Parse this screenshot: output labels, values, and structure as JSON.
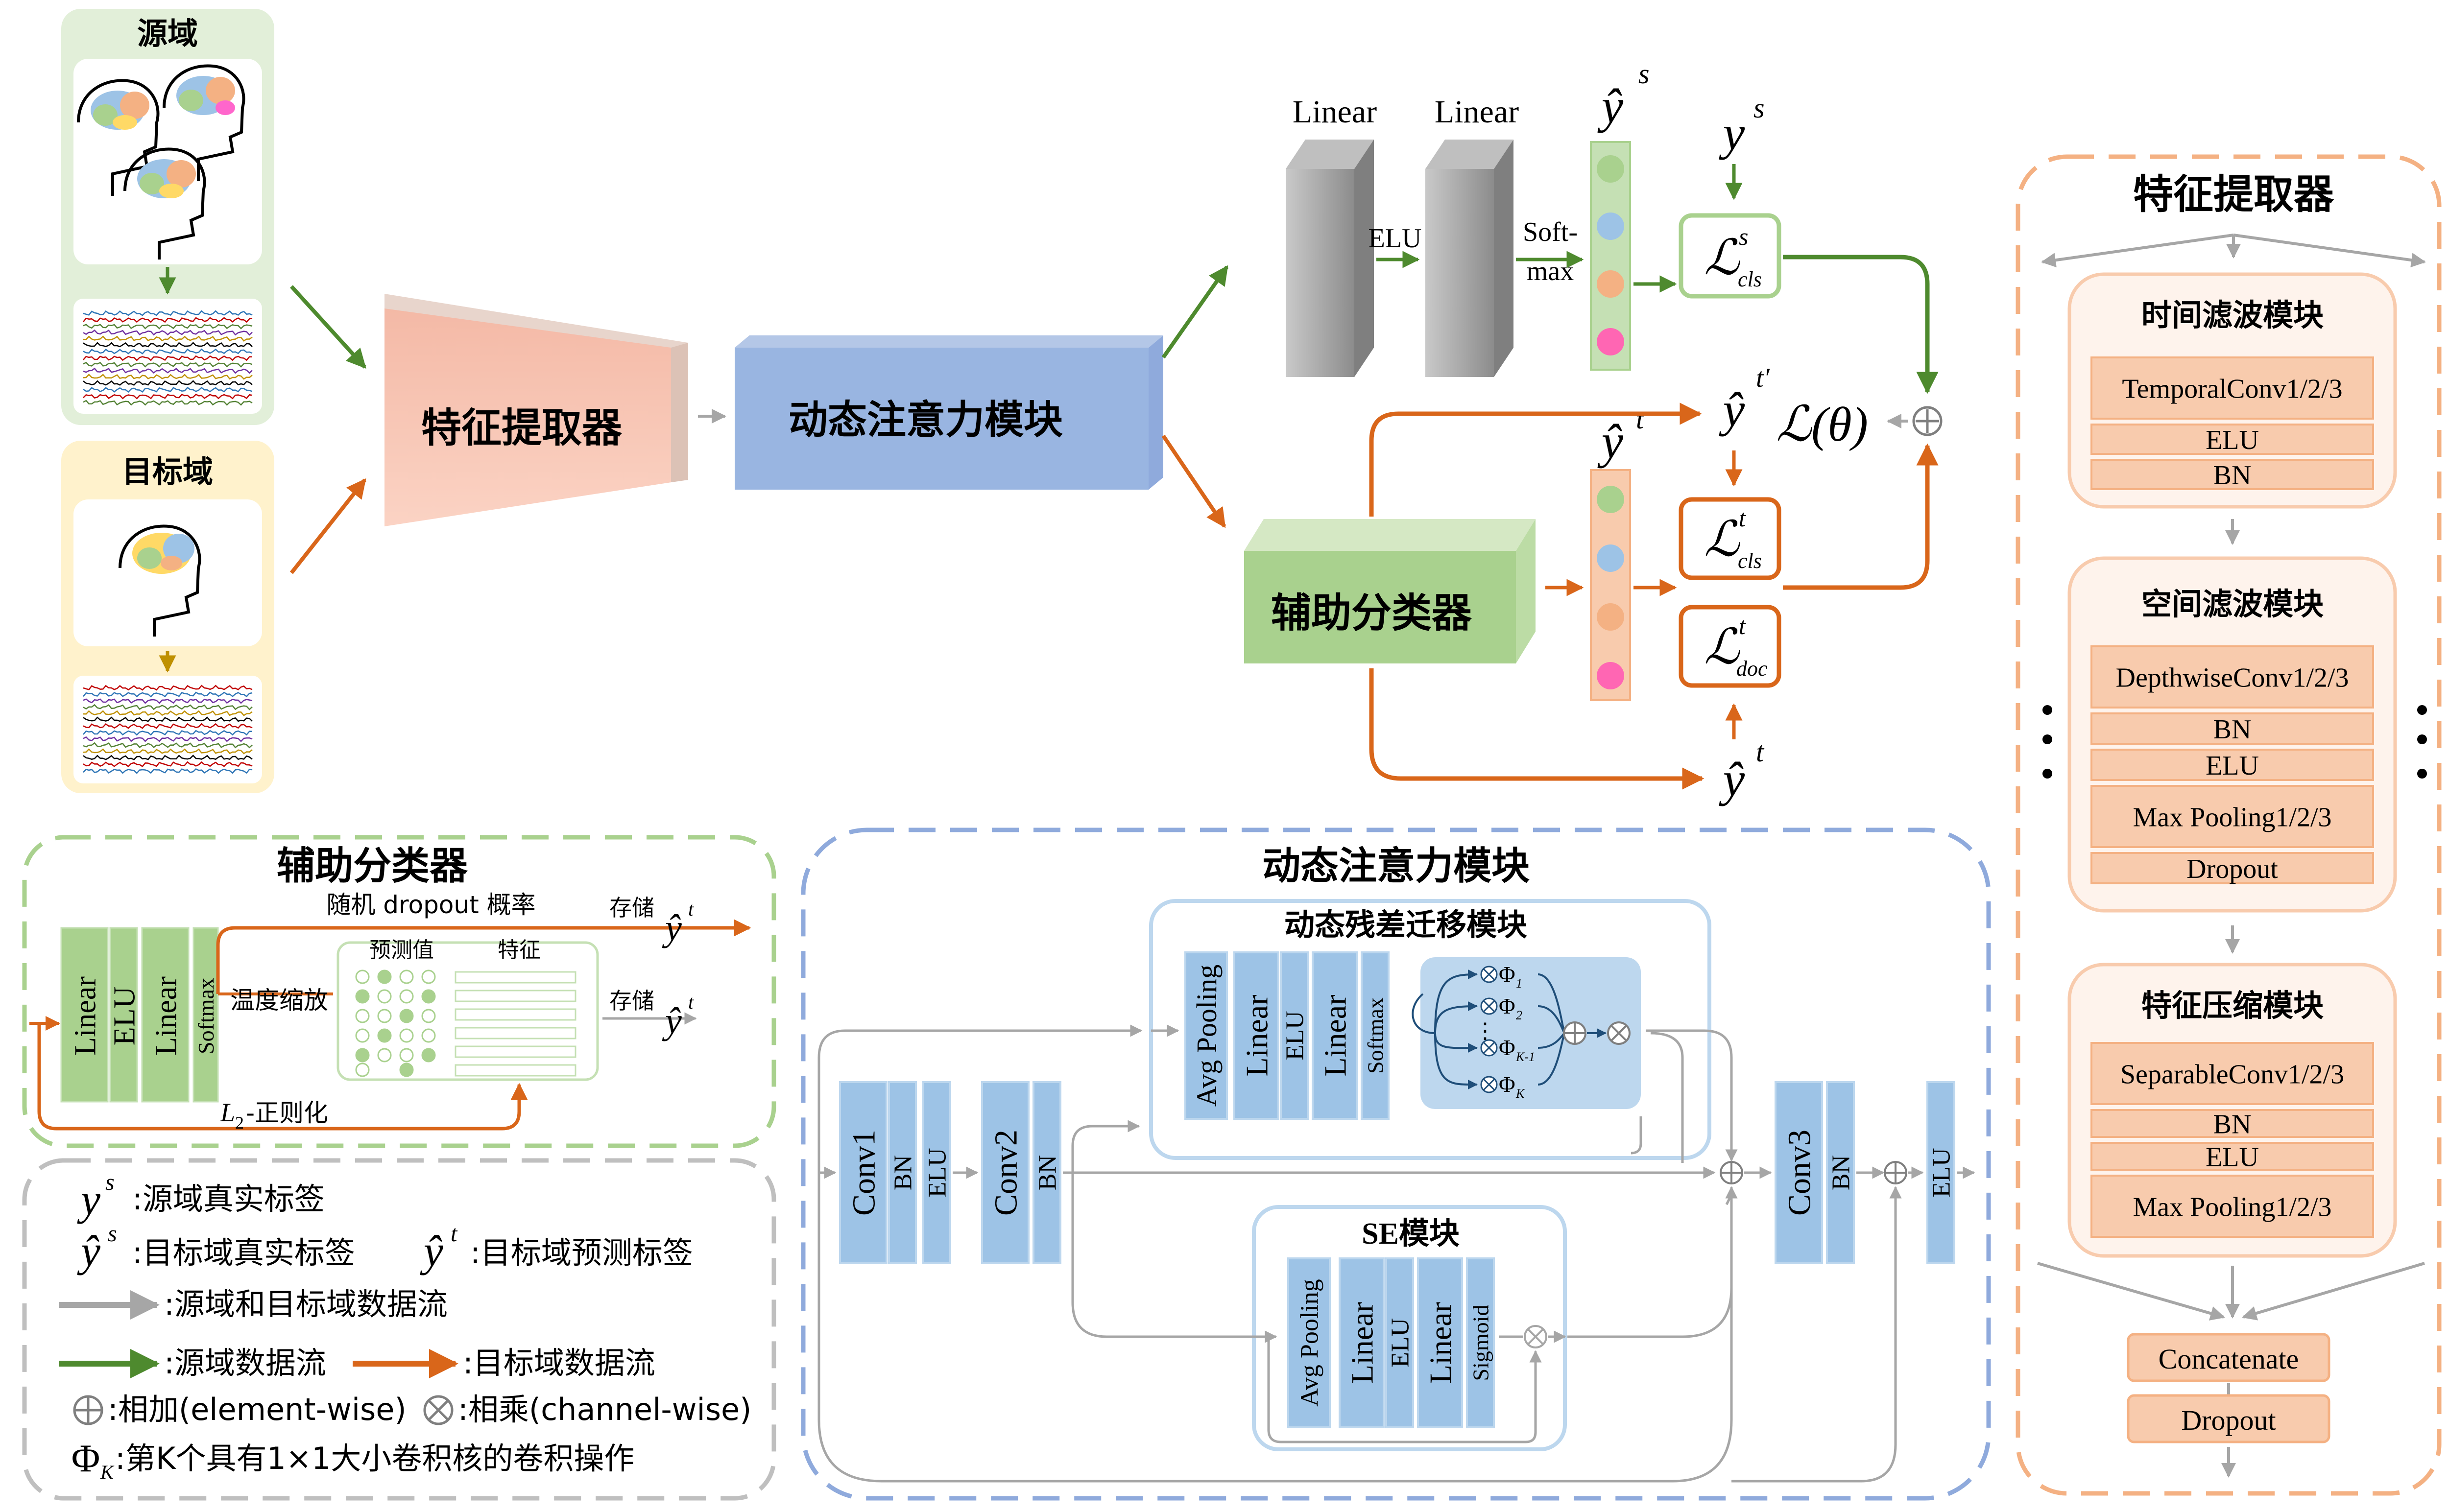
{
  "source_domain": {
    "title": "源域"
  },
  "target_domain": {
    "title": "目标域"
  },
  "main_flow": {
    "feature_extractor": "特征提取器",
    "dynamic_attention": "动态注意力模块",
    "aux_classifier": "辅助分类器",
    "linear1": "Linear",
    "linear2": "Linear",
    "elu": "ELU",
    "softmax_1": "Soft-",
    "softmax_2": "max",
    "y_hat": "ŷ",
    "y": "y",
    "sup_s": "s",
    "sup_t": "t",
    "sup_t_prime": "t′",
    "loss_L": "ℒ",
    "sub_cls": "cls",
    "sub_doc": "doc",
    "loss_theta": "ℒ(θ)",
    "circle_plus": "⊕"
  },
  "feature_panel": {
    "title": "特征提取器",
    "temporal": {
      "title": "时间滤波模块",
      "layers": [
        "TemporalConv1/2/3",
        "ELU",
        "BN"
      ]
    },
    "spatial": {
      "title": "空间滤波模块",
      "layers": [
        "DepthwiseConv1/2/3",
        "BN",
        "ELU",
        "Max Pooling1/2/3",
        "Dropout"
      ]
    },
    "compress": {
      "title": "特征压缩模块",
      "layers": [
        "SeparableConv1/2/3",
        "BN",
        "ELU",
        "Max Pooling1/2/3"
      ]
    },
    "concatenate": "Concatenate",
    "dropout": "Dropout"
  },
  "aux_panel": {
    "title": "辅助分类器",
    "layers": [
      "Linear",
      "ELU",
      "Linear",
      "Softmax"
    ],
    "dropout_label": "随机 dropout 概率",
    "temp_label": "温度缩放",
    "pred_label": "预测值",
    "feat_label": "特征",
    "store1": "存储",
    "store2": "存储",
    "l2_prefix": "L",
    "l2_sub": "2",
    "l2_suffix": "-正则化"
  },
  "attention_panel": {
    "title": "动态注意力模块",
    "residual_title": "动态残差迁移模块",
    "residual_layers": [
      "Avg Pooling",
      "Linear",
      "ELU",
      "Linear",
      "Softmax"
    ],
    "phi": "Φ",
    "phi_subs": [
      "1",
      "2",
      "K-1",
      "K"
    ],
    "ellipsis": "⋮",
    "conv1": [
      "Conv1",
      "BN",
      "ELU"
    ],
    "conv2": [
      "Conv2",
      "BN"
    ],
    "conv3": [
      "Conv3",
      "BN"
    ],
    "elu_final": "ELU",
    "se_title": "SE模块",
    "se_layers": [
      "Avg Pooling",
      "Linear",
      "ELU",
      "Linear",
      "Sigmoid"
    ],
    "circle_times": "⊗"
  },
  "legend": {
    "row1_text": ":源域真实标签",
    "row2a_text": ":目标域真实标签",
    "row2b_text": ":目标域预测标签",
    "row3_text": ":源域和目标域数据流",
    "row4a_text": ":源域数据流",
    "row4b_text": ":目标域数据流",
    "row5a_text": ":相加(element-wise)",
    "row5b_text": ":相乘(channel-wise)",
    "row6_text": ":第K个具有1×1大小卷积核的卷积操作",
    "phi_sub": "K"
  },
  "colors": {
    "green_arrow": "#4e8a2e",
    "orange_arrow": "#d9661a",
    "gray_arrow": "#a6a6a6",
    "blue_box": "#9dc3e6",
    "orange_box": "#f8cbad",
    "green_box": "#a9d18e",
    "dash_green": "#a9d18e",
    "dash_blue": "#8faadc",
    "dash_orange": "#f4b183",
    "dash_gray": "#bfbfbf"
  }
}
